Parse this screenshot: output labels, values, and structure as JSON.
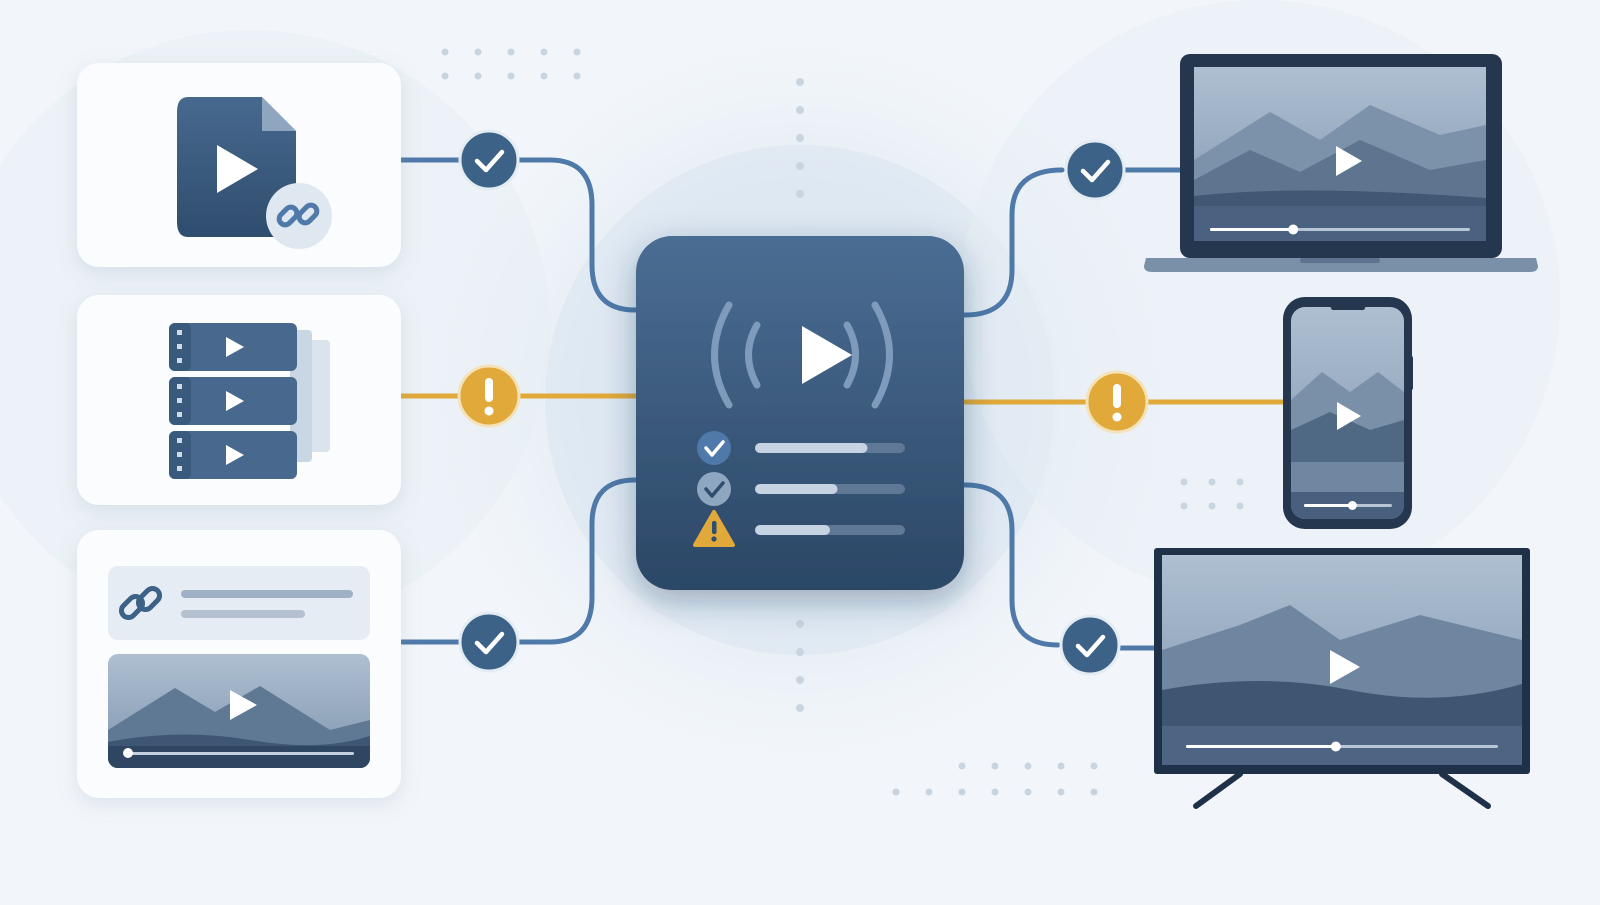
{
  "sources": [
    {
      "id": "video-file-with-link",
      "icon": "video-file-icon",
      "badge": "link-icon"
    },
    {
      "id": "video-playlist-stack",
      "icon": "playlist-stack-icon",
      "items": 3
    },
    {
      "id": "linked-video-embed",
      "icon": "link-icon",
      "progress": 0.0
    }
  ],
  "hub": {
    "icon": "broadcast-play-icon",
    "checks": [
      {
        "status": "ok",
        "icon": "check-icon",
        "progress": 0.75
      },
      {
        "status": "ok",
        "icon": "check-icon",
        "progress": 0.55
      },
      {
        "status": "warning",
        "icon": "warning-triangle-icon",
        "progress": 0.5
      }
    ]
  },
  "devices": [
    {
      "id": "laptop",
      "icon": "laptop-icon",
      "progress": 0.32,
      "status": "ok"
    },
    {
      "id": "phone",
      "icon": "phone-icon",
      "progress": 0.55,
      "status": "warning"
    },
    {
      "id": "tv",
      "icon": "tv-icon",
      "progress": 0.48,
      "status": "ok"
    }
  ],
  "source_links": [
    {
      "status": "ok",
      "icon": "check-icon"
    },
    {
      "status": "warning",
      "icon": "exclamation-icon"
    },
    {
      "status": "ok",
      "icon": "check-icon"
    }
  ],
  "colors": {
    "navy": "#2f4d6e",
    "blue": "#4f79a8",
    "ok_badge": "#3d6288",
    "warning": "#e1a93a",
    "card": "#fbfcfe",
    "background": "#f2f6fa"
  }
}
